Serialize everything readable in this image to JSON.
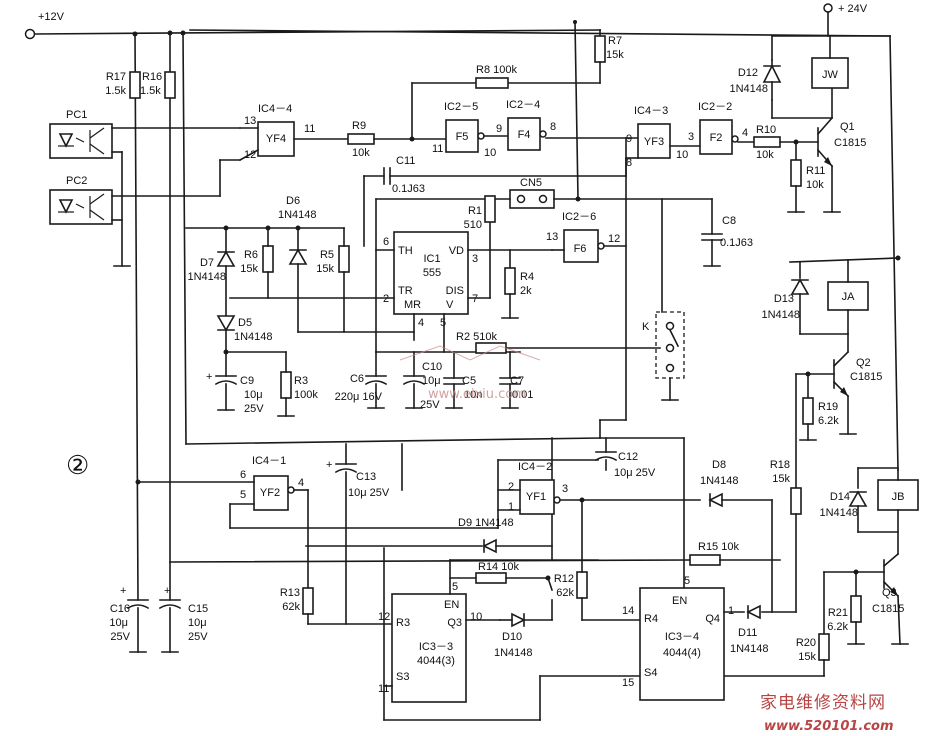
{
  "figure_label": "②",
  "power": {
    "v12": "+12V",
    "v24": "+ 24V"
  },
  "optocouplers": [
    "PC1",
    "PC2"
  ],
  "gates": {
    "ic4_4": {
      "name": "IC4－4",
      "body": "YF4",
      "pin_a": "13",
      "pin_b": "12",
      "pin_out": "11"
    },
    "ic2_5": {
      "name": "IC2－5",
      "body": "F5",
      "pin_in": "11",
      "pin_out": "10"
    },
    "ic2_4": {
      "name": "IC2－4",
      "body": "F4",
      "pin_in": "9",
      "pin_out": "8"
    },
    "ic4_3": {
      "name": "IC4－3",
      "body": "YF3",
      "pin_a": "9",
      "pin_b": "8",
      "pin_out": "10"
    },
    "ic2_2": {
      "name": "IC2－2",
      "body": "F2",
      "pin_in": "3",
      "pin_out": "4"
    },
    "ic2_6": {
      "name": "IC2－6",
      "body": "F6",
      "pin_in": "13",
      "pin_out": "12"
    },
    "ic4_1": {
      "name": "IC4－1",
      "body": "YF2",
      "pin_a": "6",
      "pin_b": "5",
      "pin_out": "4"
    },
    "ic4_2": {
      "name": "IC4－2",
      "body": "YF1",
      "pin_a": "2",
      "pin_b": "1",
      "pin_out": "3"
    }
  },
  "ic1": {
    "name": "IC1",
    "part": "555",
    "th": "TH",
    "vd": "VD",
    "tr": "TR",
    "dis": "DIS",
    "mr": "MR",
    "vc": "V",
    "pin6": "6",
    "pin2": "2",
    "pin3": "3",
    "pin7": "7",
    "pin4": "4",
    "pin5": "5"
  },
  "ic3_3": {
    "name": "IC3－3",
    "part": "4044(3)",
    "en": "EN",
    "r": "R3",
    "s": "S3",
    "q": "Q3",
    "pin12": "12",
    "pin11": "11",
    "pin10": "10",
    "pin5": "5"
  },
  "ic3_4": {
    "name": "IC3－4",
    "part": "4044(4)",
    "en": "EN",
    "r": "R4",
    "s": "S4",
    "q": "Q4",
    "pin14": "14",
    "pin15": "15",
    "pin1": "1",
    "pin5": "5"
  },
  "resistors": {
    "r17": [
      "R17",
      "1.5k"
    ],
    "r16": [
      "R16",
      "1.5k"
    ],
    "r8": "R8 100k",
    "r7": [
      "R7",
      "15k"
    ],
    "r9": [
      "R9",
      "10k"
    ],
    "r10": [
      "R10",
      "10k"
    ],
    "r11": [
      "R11",
      "10k"
    ],
    "r1": [
      "R1",
      "510"
    ],
    "r6": [
      "R6",
      "15k"
    ],
    "r5": [
      "R5",
      "15k"
    ],
    "r4": [
      "R4",
      "2k"
    ],
    "r3": [
      "R3",
      "100k"
    ],
    "r2": "R2  510k",
    "r19": [
      "R19",
      "6.2k"
    ],
    "r18": [
      "R18",
      "15k"
    ],
    "r15": "R15  10k",
    "r14": "R14 10k",
    "r12": [
      "R12",
      "62k"
    ],
    "r13": [
      "R13",
      "62k"
    ],
    "r21": [
      "R21",
      "6.2k"
    ],
    "r20": [
      "R20",
      "15k"
    ]
  },
  "capacitors": {
    "c11": [
      "C11",
      "0.1J63"
    ],
    "c8": [
      "C8",
      "0.1J63"
    ],
    "c9": [
      "C9",
      "10μ",
      "25V"
    ],
    "c6": [
      "C6",
      "220μ 16V"
    ],
    "c10": [
      "C10",
      "10μ",
      "25V"
    ],
    "c5": [
      "C5",
      "10n"
    ],
    "c7": [
      "C7",
      "0.01"
    ],
    "c13": [
      "C13",
      "10μ 25V"
    ],
    "c12": [
      "C12",
      "10μ 25V"
    ],
    "c16": [
      "C16",
      "10μ",
      "25V"
    ],
    "c15": [
      "C15",
      "10μ",
      "25V"
    ]
  },
  "diodes": {
    "d6": [
      "D6",
      "1N4148"
    ],
    "d7": [
      "D7",
      "1N4148"
    ],
    "d5": [
      "D5",
      "1N4148"
    ],
    "d12": [
      "D12",
      "1N4148"
    ],
    "d13": [
      "D13",
      "1N4148"
    ],
    "d14": [
      "D14",
      "1N4148"
    ],
    "d8": [
      "D8",
      "1N4148"
    ],
    "d9": "D9 1N4148",
    "d10": [
      "D10",
      "1N4148"
    ],
    "d11": [
      "D11",
      "1N4148"
    ]
  },
  "transistors": {
    "q1": [
      "Q1",
      "C1815"
    ],
    "q2": [
      "Q2",
      "C1815"
    ],
    "q3": [
      "Q3",
      "C1815"
    ]
  },
  "relays": [
    "JW",
    "JA",
    "JB"
  ],
  "connector": "CN5",
  "switch": "K",
  "watermark": {
    "cn": "家电维修资料网",
    "url": "www.520101.com",
    "mid": "www.eixiu.com"
  }
}
